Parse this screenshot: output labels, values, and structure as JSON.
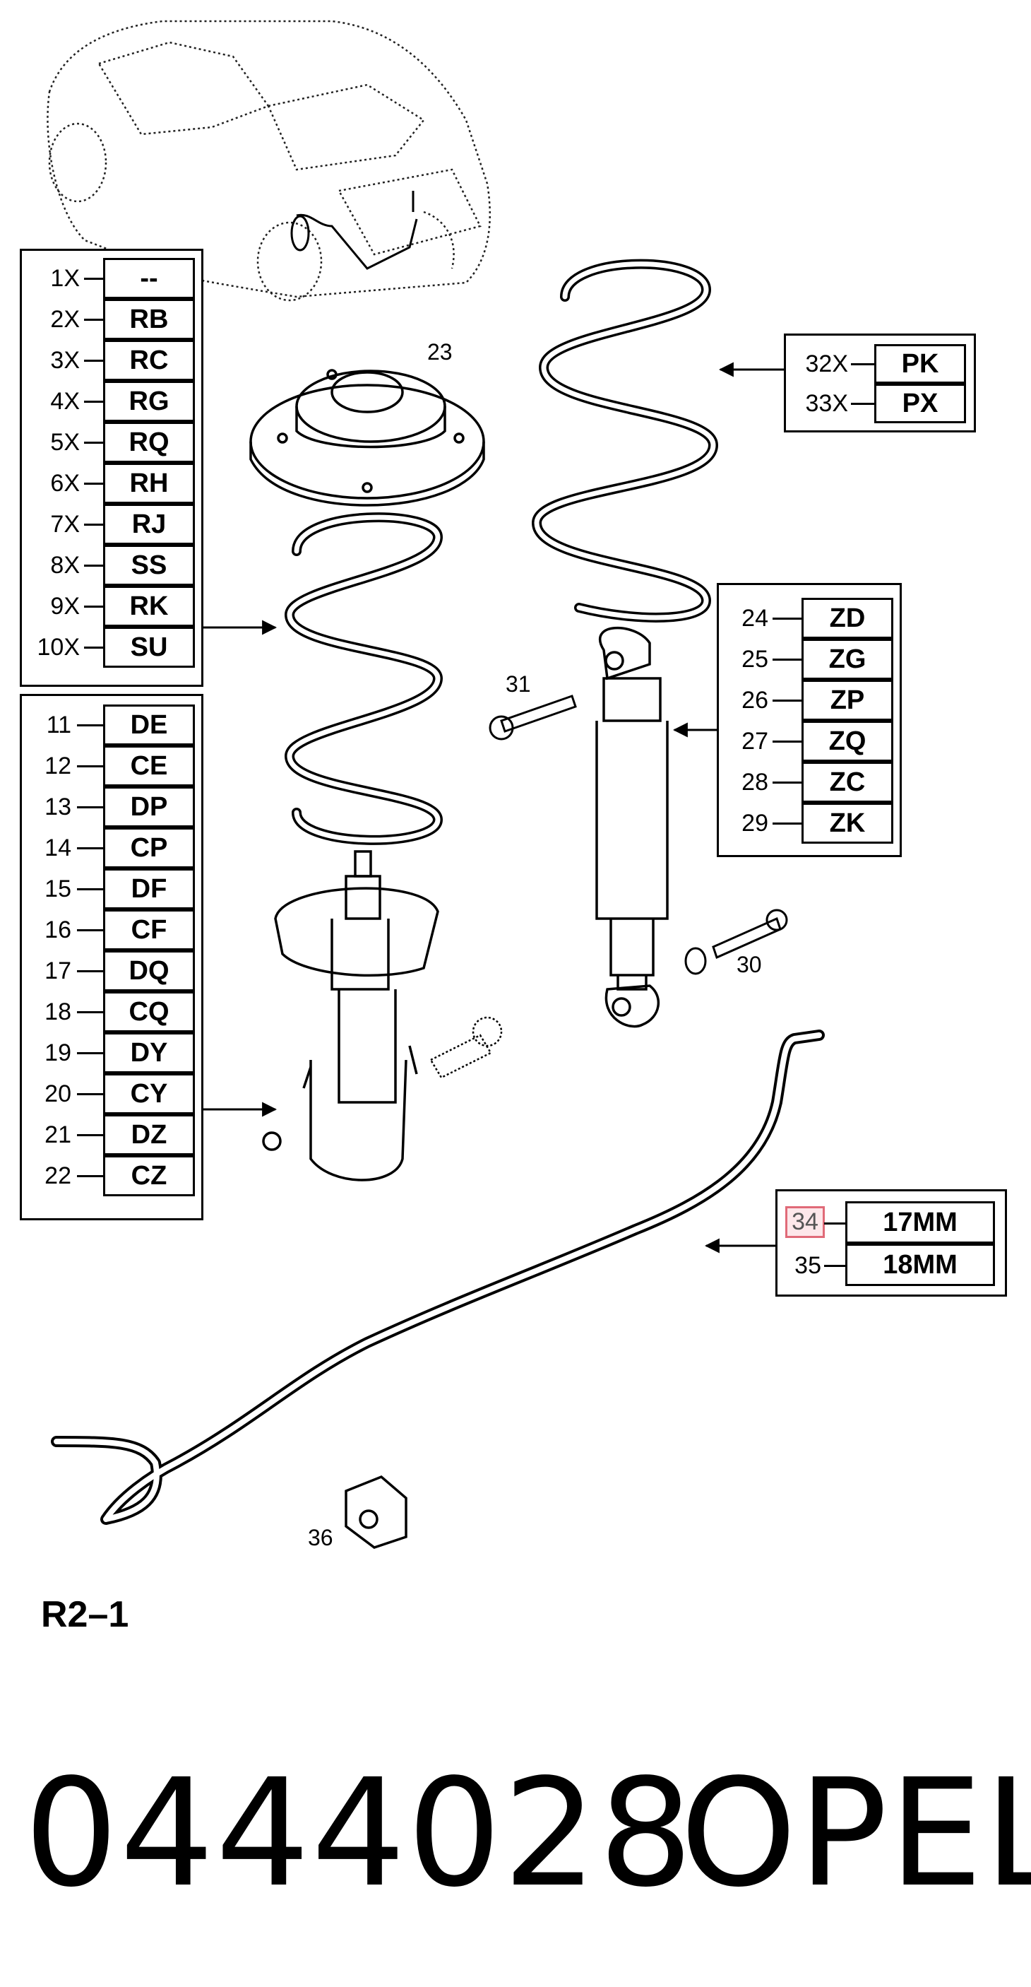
{
  "tables": {
    "front_spring": {
      "rows": [
        {
          "num": "1X",
          "code": "--"
        },
        {
          "num": "2X",
          "code": "RB"
        },
        {
          "num": "3X",
          "code": "RC"
        },
        {
          "num": "4X",
          "code": "RG"
        },
        {
          "num": "5X",
          "code": "RQ"
        },
        {
          "num": "6X",
          "code": "RH"
        },
        {
          "num": "7X",
          "code": "RJ"
        },
        {
          "num": "8X",
          "code": "SS"
        },
        {
          "num": "9X",
          "code": "RK"
        },
        {
          "num": "10X",
          "code": "SU"
        }
      ]
    },
    "front_strut": {
      "rows": [
        {
          "num": "11",
          "code": "DE"
        },
        {
          "num": "12",
          "code": "CE"
        },
        {
          "num": "13",
          "code": "DP"
        },
        {
          "num": "14",
          "code": "CP"
        },
        {
          "num": "15",
          "code": "DF"
        },
        {
          "num": "16",
          "code": "CF"
        },
        {
          "num": "17",
          "code": "DQ"
        },
        {
          "num": "18",
          "code": "CQ"
        },
        {
          "num": "19",
          "code": "DY"
        },
        {
          "num": "20",
          "code": "CY"
        },
        {
          "num": "21",
          "code": "DZ"
        },
        {
          "num": "22",
          "code": "CZ"
        }
      ]
    },
    "rear_spring": {
      "rows": [
        {
          "num": "32X",
          "code": "PK"
        },
        {
          "num": "33X",
          "code": "PX"
        }
      ]
    },
    "rear_shock": {
      "rows": [
        {
          "num": "24",
          "code": "ZD"
        },
        {
          "num": "25",
          "code": "ZG"
        },
        {
          "num": "26",
          "code": "ZP"
        },
        {
          "num": "27",
          "code": "ZQ"
        },
        {
          "num": "28",
          "code": "ZC"
        },
        {
          "num": "29",
          "code": "ZK"
        }
      ]
    },
    "stabilizer": {
      "rows": [
        {
          "num": "34",
          "code": "17MM"
        },
        {
          "num": "35",
          "code": "18MM"
        }
      ]
    }
  },
  "callouts": {
    "c23": "23",
    "c31": "31",
    "c30": "30",
    "c36": "36"
  },
  "figure_ref": "R2–1",
  "part_number": "0444028",
  "brand": "OPEL",
  "colors": {
    "highlight_border": "#e06a78",
    "highlight_fill": "#fde7ea"
  }
}
